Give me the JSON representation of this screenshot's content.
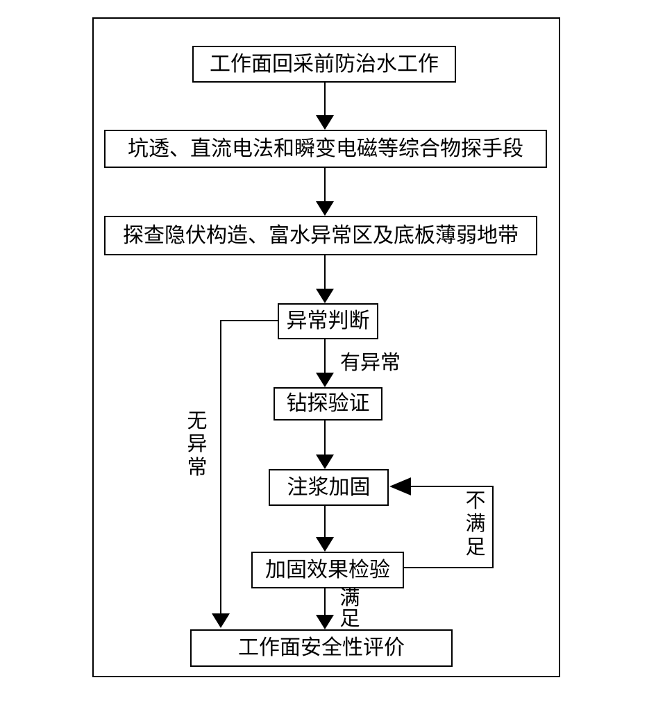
{
  "nodes": {
    "pre_mining_water_prevention": "工作面回采前防治水工作",
    "geophysical_methods": "坑透、直流电法和瞬变电磁等综合物探手段",
    "detect_hidden_structures": "探查隐伏构造、富水异常区及底板薄弱地带",
    "anomaly_judgment": "异常判断",
    "drilling_verification": "钻探验证",
    "grouting_reinforcement": "注浆加固",
    "reinforcement_inspection": "加固效果检验",
    "safety_evaluation": "工作面安全性评价"
  },
  "edge_labels": {
    "has_anomaly": "有异常",
    "no_anomaly": [
      "无",
      "异",
      "常"
    ],
    "not_satisfied": [
      "不",
      "满",
      "足"
    ],
    "satisfied": [
      "满",
      "足"
    ]
  }
}
